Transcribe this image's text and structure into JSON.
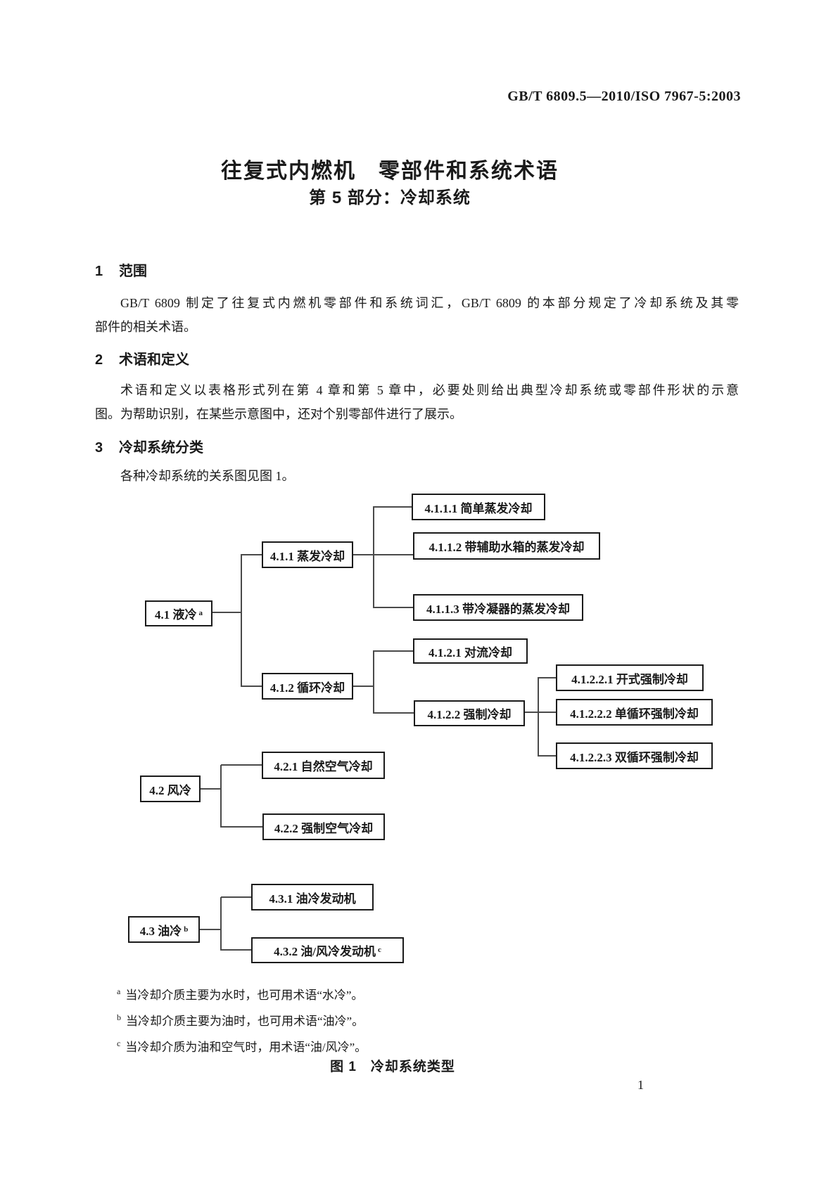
{
  "page_number": "1",
  "header": {
    "standard_number": "GB/T 6809.5—2010/ISO 7967-5:2003"
  },
  "title": {
    "line1": "往复式内燃机　零部件和系统术语",
    "line2": "第 5 部分：冷却系统"
  },
  "sections": [
    {
      "number": "1",
      "heading": "范围",
      "lines": [
        "GB/T 6809 制定了往复式内燃机零部件和系统词汇，GB/T 6809 的本部分规定了冷却系统及其零",
        "部件的相关术语。"
      ]
    },
    {
      "number": "2",
      "heading": "术语和定义",
      "lines": [
        "术语和定义以表格形式列在第 4 章和第 5 章中，必要处则给出典型冷却系统或零部件形状的示意",
        "图。为帮助识别，在某些示意图中，还对个别零部件进行了展示。"
      ]
    },
    {
      "number": "3",
      "heading": "冷却系统分类",
      "lines": [
        "各种冷却系统的关系图见图 1。"
      ]
    }
  ],
  "figure": {
    "caption": "图 1　冷却系统类型",
    "nodes": {
      "n41": {
        "label": "4.1 液冷",
        "sup": "a"
      },
      "n411": {
        "label": "4.1.1 蒸发冷却"
      },
      "n4111": {
        "label": "4.1.1.1 简单蒸发冷却"
      },
      "n4112": {
        "label": "4.1.1.2 带辅助水箱的蒸发冷却"
      },
      "n4113": {
        "label": "4.1.1.3 带冷凝器的蒸发冷却"
      },
      "n412": {
        "label": "4.1.2 循环冷却"
      },
      "n4121": {
        "label": "4.1.2.1 对流冷却"
      },
      "n4122": {
        "label": "4.1.2.2 强制冷却"
      },
      "n41221": {
        "label": "4.1.2.2.1 开式强制冷却"
      },
      "n41222": {
        "label": "4.1.2.2.2 单循环强制冷却"
      },
      "n41223": {
        "label": "4.1.2.2.3 双循环强制冷却"
      },
      "n42": {
        "label": "4.2 风冷"
      },
      "n421": {
        "label": "4.2.1 自然空气冷却"
      },
      "n422": {
        "label": "4.2.2 强制空气冷却"
      },
      "n43": {
        "label": "4.3 油冷",
        "sup": "b"
      },
      "n431": {
        "label": "4.3.1 油冷发动机"
      },
      "n432": {
        "label": "4.3.2 油/风冷发动机",
        "sup": "c"
      }
    },
    "footnotes": [
      {
        "marker": "a",
        "text": "当冷却介质主要为水时，也可用术语“水冷”。"
      },
      {
        "marker": "b",
        "text": "当冷却介质主要为油时，也可用术语“油冷”。"
      },
      {
        "marker": "c",
        "text": "当冷却介质为油和空气时，用术语“油/风冷”。"
      }
    ]
  }
}
